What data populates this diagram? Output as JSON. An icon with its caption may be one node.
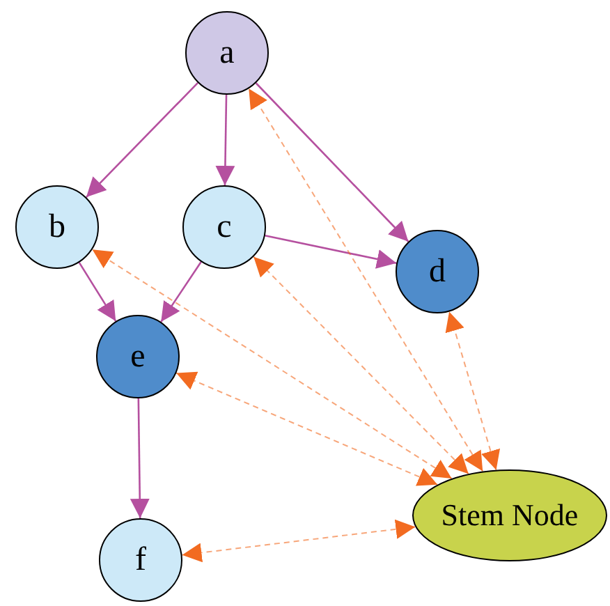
{
  "diagram": {
    "nodes": [
      {
        "text": [
          "a"
        ]
      },
      {
        "text": [
          "b"
        ]
      },
      {
        "text": [
          "c"
        ]
      },
      {
        "text": [
          "d"
        ]
      },
      {
        "text": [
          "e"
        ]
      },
      {
        "text": [
          "f"
        ]
      },
      {
        "text": [
          "Stem Node"
        ]
      }
    ],
    "edges": [
      {
        "from": 0,
        "to": 1,
        "arrow": "to"
      },
      {
        "from": 0,
        "to": 2,
        "arrow": "to"
      },
      {
        "from": 0,
        "to": 3,
        "arrow": "to"
      },
      {
        "from": 1,
        "to": 4,
        "arrow": "to"
      },
      {
        "from": 2,
        "to": 4,
        "arrow": "to"
      },
      {
        "from": 2,
        "to": 3,
        "arrow": "to"
      },
      {
        "from": 4,
        "to": 5,
        "arrow": "to"
      },
      {
        "from": 6,
        "to": 0,
        "arrow": "both",
        "style": "dashed",
        "color": "#f26b21"
      },
      {
        "from": 6,
        "to": 1,
        "arrow": "both",
        "style": "dashed",
        "color": "#f26b21"
      },
      {
        "from": 6,
        "to": 2,
        "arrow": "both",
        "style": "dashed",
        "color": "#f26b21"
      },
      {
        "from": 6,
        "to": 3,
        "arrow": "both",
        "style": "dashed",
        "color": "#f26b21"
      },
      {
        "from": 6,
        "to": 4,
        "arrow": "both",
        "style": "dashed",
        "color": "#f26b21"
      },
      {
        "from": 6,
        "to": 5,
        "arrow": "both",
        "style": "dashed",
        "color": "#f26b21"
      }
    ]
  }
}
